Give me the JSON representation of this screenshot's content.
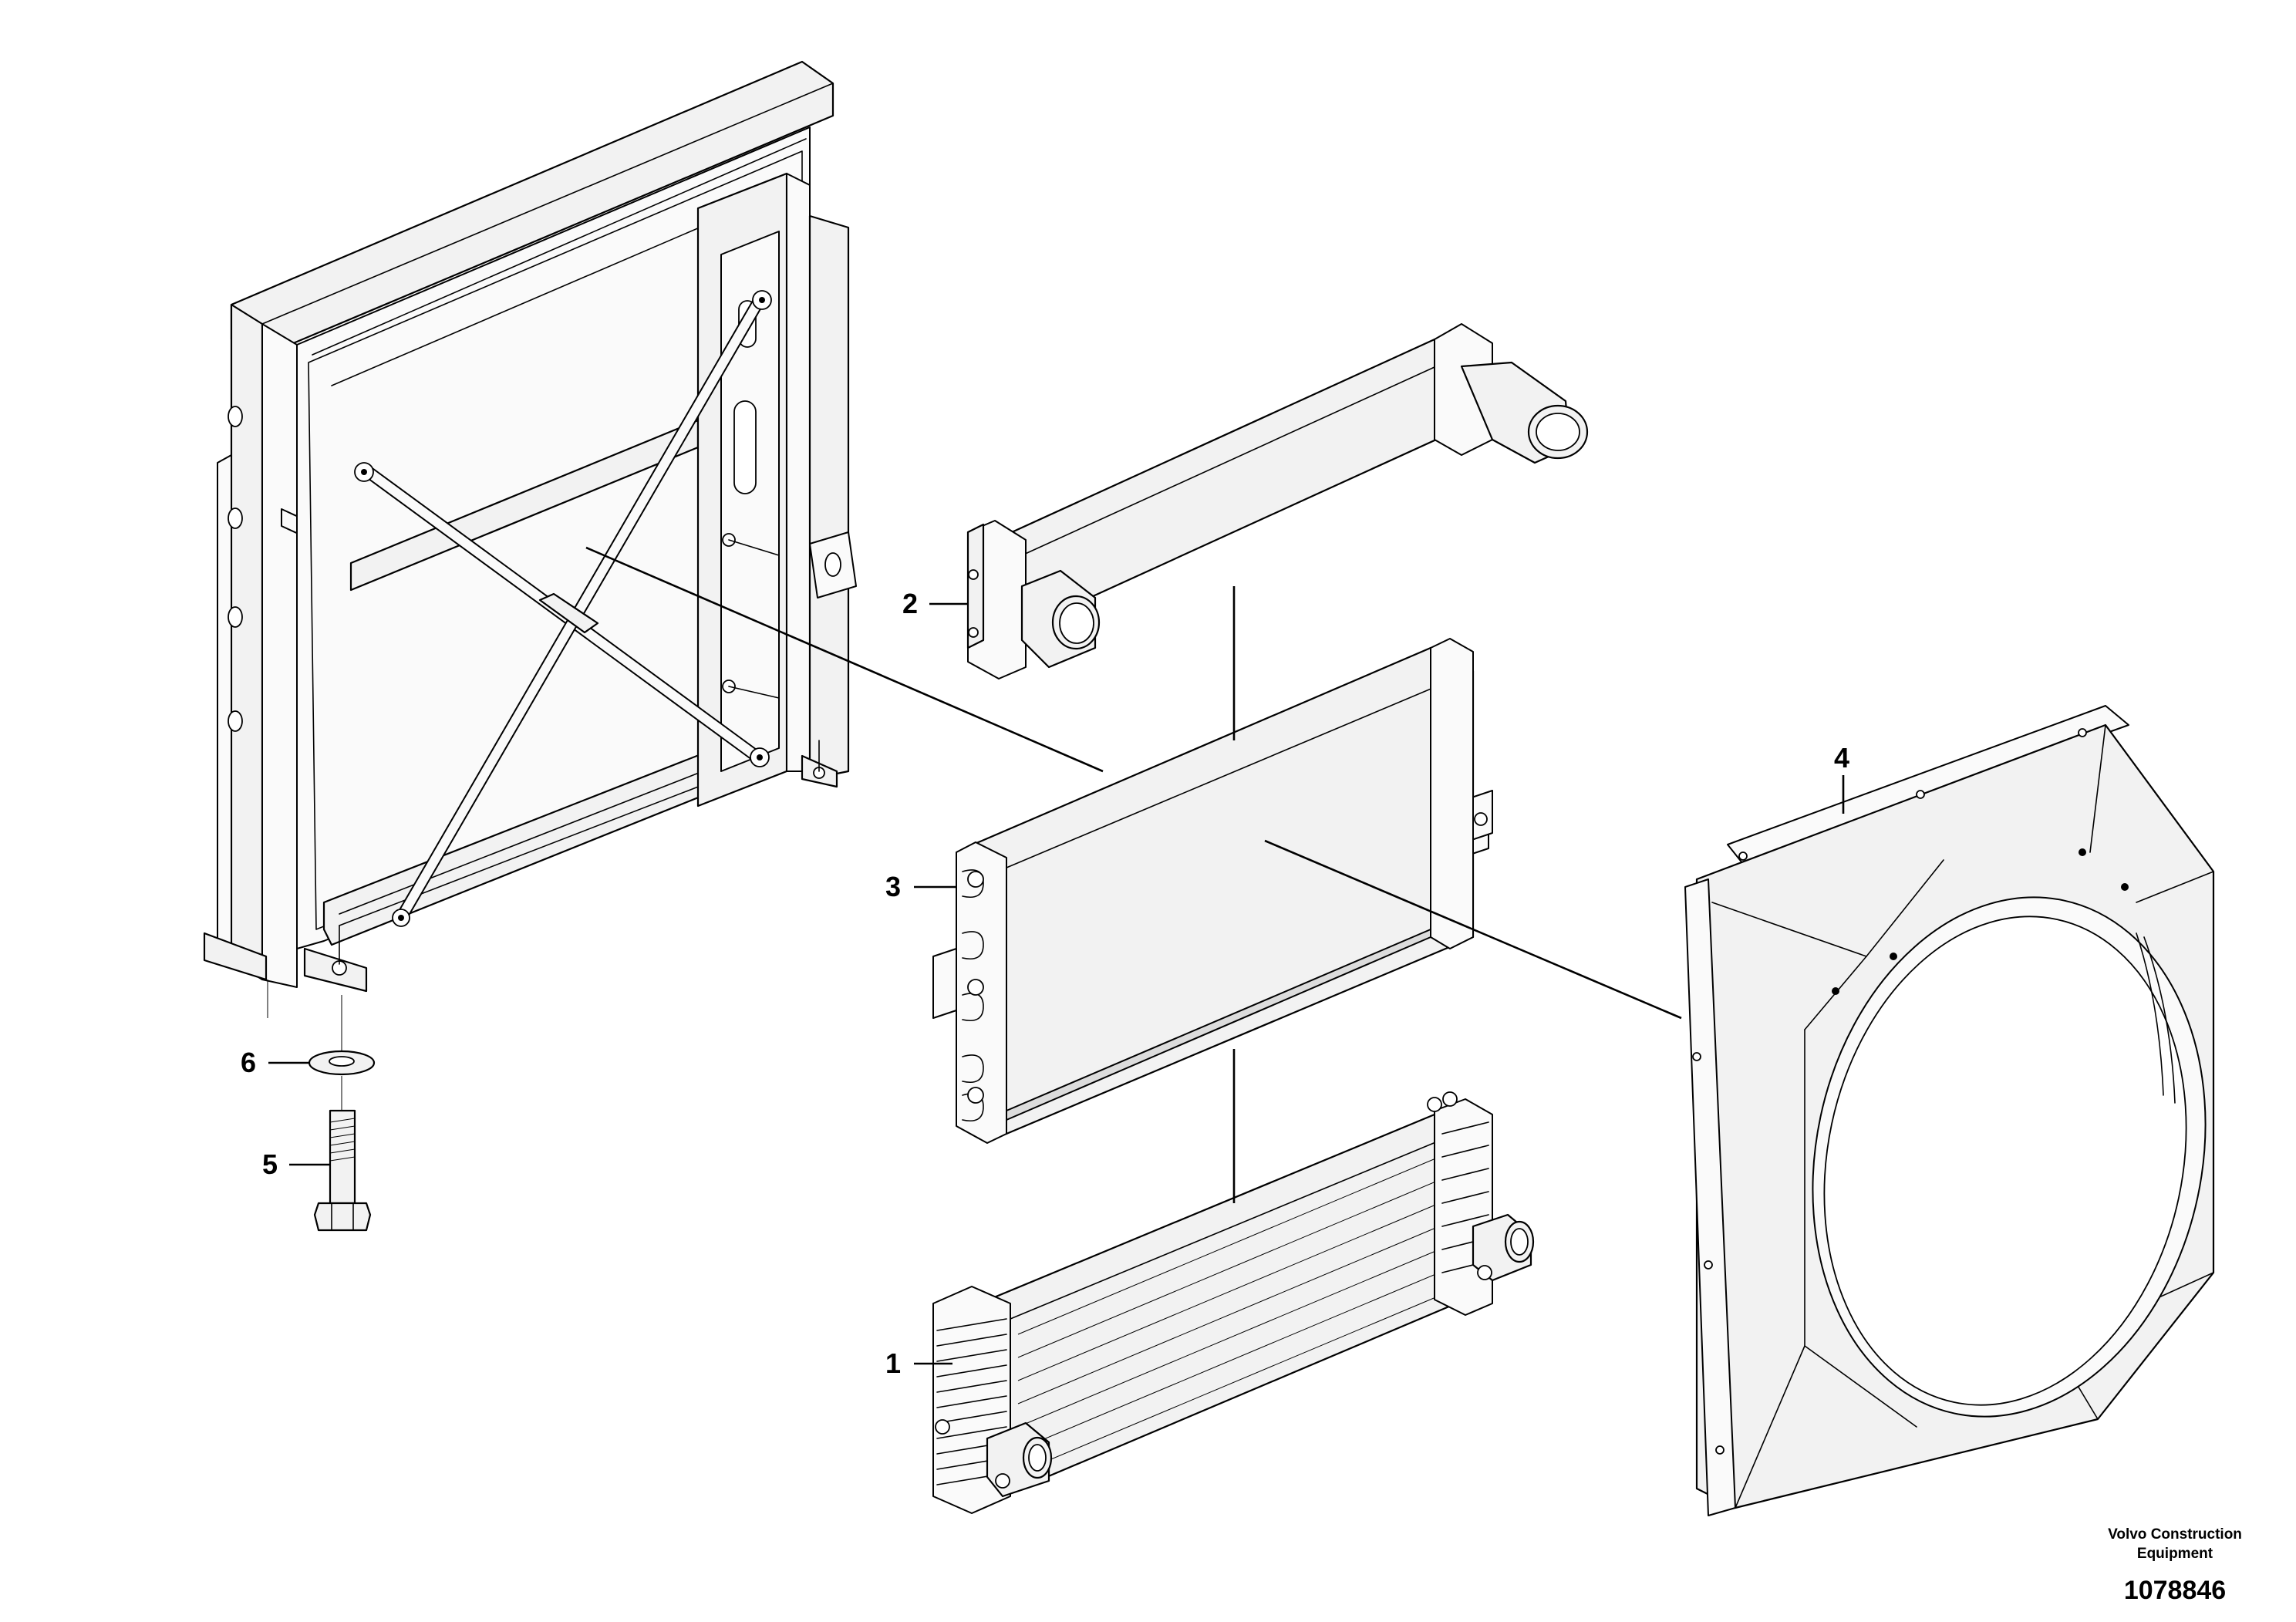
{
  "callouts": [
    {
      "id": "1",
      "label": "1",
      "part": "charge-air-cooler"
    },
    {
      "id": "2",
      "label": "2",
      "part": "intercooler-tank"
    },
    {
      "id": "3",
      "label": "3",
      "part": "radiator"
    },
    {
      "id": "4",
      "label": "4",
      "part": "fan-shroud"
    },
    {
      "id": "5",
      "label": "5",
      "part": "bolt"
    },
    {
      "id": "6",
      "label": "6",
      "part": "washer"
    }
  ],
  "brand": {
    "line1": "Volvo Construction",
    "line2": "Equipment"
  },
  "reference_number": "1078846",
  "colors": {
    "line": "#000000",
    "background": "#ffffff",
    "part_fill": "#f2f2f2"
  }
}
